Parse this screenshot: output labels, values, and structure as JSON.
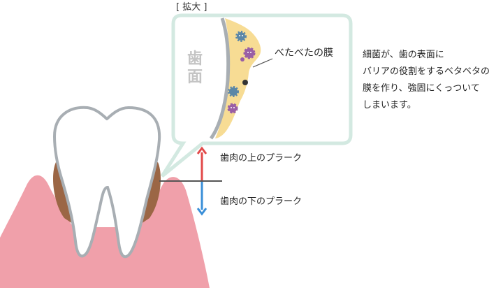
{
  "zoom_label": "[ 拡大 ]",
  "tooth_surface_label": "歯面",
  "biofilm_label": "べたべたの膜",
  "plaque_above_label": "歯肉の上のプラーク",
  "plaque_below_label": "歯肉の下のプラーク",
  "description_lines": [
    "細菌が、歯の表面に",
    "バリアの役割をするベタベタの",
    "膜を作り、強固にくっついて",
    "しまいます。"
  ],
  "colors": {
    "gum": "#f0a0aa",
    "plaque_dark": "#9b6645",
    "tooth_outline": "#a8aeb3",
    "bubble_border": "#d3e9e1",
    "biofilm": "#f7dc94",
    "arrow_up": "#e24a4a",
    "arrow_down": "#3a8fd8",
    "bacteria_blue": "#5b87a7",
    "bacteria_purple": "#9a5fa5"
  },
  "icons": [
    "bacteria-blue-icon",
    "bacteria-purple-icon",
    "bacteria-dark-icon",
    "arrow-up-icon",
    "arrow-down-icon"
  ]
}
